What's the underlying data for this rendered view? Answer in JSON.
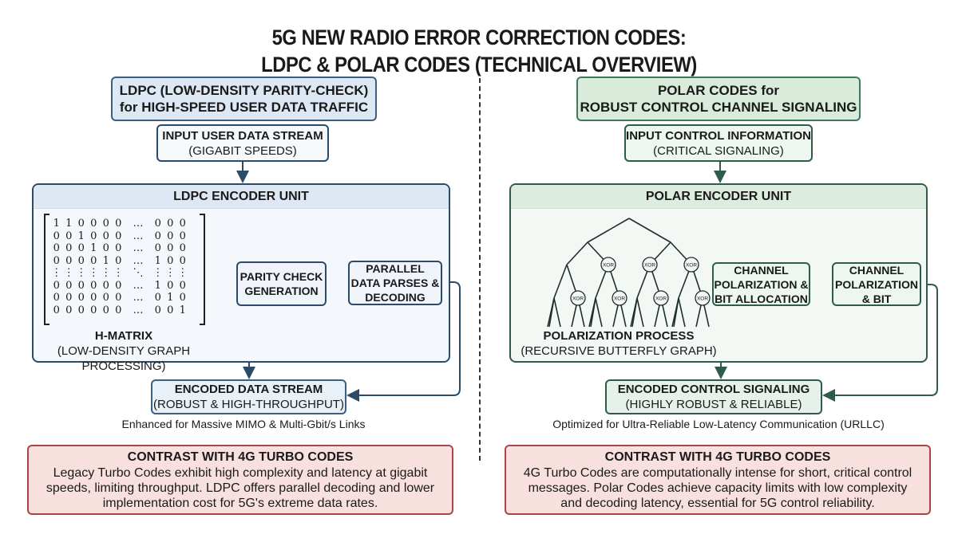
{
  "title": {
    "line1": "5G NEW RADIO ERROR CORRECTION CODES:",
    "line2": "LDPC & POLAR CODES (TECHNICAL OVERVIEW)"
  },
  "ldpc": {
    "header": {
      "line1": "LDPC (LOW-DENSITY PARITY-CHECK)",
      "line2": "for HIGH-SPEED USER DATA TRAFFIC"
    },
    "input": {
      "title": "INPUT USER DATA STREAM",
      "subtitle": "(GIGABIT SPEEDS)"
    },
    "encoder_unit": {
      "title": "LDPC ENCODER UNIT",
      "matrix": {
        "rows": [
          [
            "1",
            "1",
            "0",
            "0",
            "0",
            "0",
            "…",
            "0",
            "0",
            "0"
          ],
          [
            "0",
            "0",
            "1",
            "0",
            "0",
            "0",
            "…",
            "0",
            "0",
            "0"
          ],
          [
            "0",
            "0",
            "0",
            "1",
            "0",
            "0",
            "…",
            "0",
            "0",
            "0"
          ],
          [
            "0",
            "0",
            "0",
            "0",
            "1",
            "0",
            "…",
            "1",
            "0",
            "0"
          ],
          [
            "⋮",
            "⋮",
            "⋮",
            "⋮",
            "⋮",
            "⋮",
            "⋱",
            "⋮",
            "⋮",
            "⋮"
          ],
          [
            "0",
            "0",
            "0",
            "0",
            "0",
            "0",
            "…",
            "1",
            "0",
            "0"
          ],
          [
            "0",
            "0",
            "0",
            "0",
            "0",
            "0",
            "…",
            "0",
            "1",
            "0"
          ],
          [
            "0",
            "0",
            "0",
            "0",
            "0",
            "0",
            "…",
            "0",
            "0",
            "1"
          ]
        ],
        "label": "H-MATRIX",
        "sublabel": "(LOW-DENSITY GRAPH PROCESSING)"
      },
      "step1": {
        "line1": "PARITY CHECK",
        "line2": "GENERATION"
      },
      "step2": {
        "line1": "PARALLEL",
        "line2": "DATA PARSES &",
        "line3": "DECODING"
      }
    },
    "output": {
      "title": "ENCODED DATA STREAM",
      "subtitle": "(ROBUST & HIGH-THROUGHPUT)"
    },
    "note": "Enhanced for Massive MIMO & Multi-Gbit/s Links",
    "contrast": {
      "title": "CONTRAST WITH 4G TURBO CODES",
      "line1": "Legacy Turbo Codes exhibit high complexity and latency at gigabit",
      "line2": "speeds, limiting throughput. LDPC offers parallel decoding and lower",
      "line3": "implementation cost for 5G's extreme data rates."
    }
  },
  "polar": {
    "header": {
      "line1": "POLAR CODES for",
      "line2": "ROBUST CONTROL CHANNEL SIGNALING"
    },
    "input": {
      "title": "INPUT CONTROL INFORMATION",
      "subtitle": "(CRITICAL SIGNALING)"
    },
    "encoder_unit": {
      "title": "POLAR ENCODER UNIT",
      "graph": {
        "node_label": "XOR",
        "label": "POLARIZATION PROCESS",
        "sublabel": "(RECURSIVE BUTTERFLY GRAPH)"
      },
      "step1": {
        "line1": "CHANNEL",
        "line2": "POLARIZATION &",
        "line3": "BIT ALLOCATION"
      },
      "step2": {
        "line1": "CHANNEL",
        "line2": "POLARIZATION",
        "line3": "& BIT"
      }
    },
    "output": {
      "title": "ENCODED CONTROL SIGNALING",
      "subtitle": "(HIGHLY ROBUST & RELIABLE)"
    },
    "note": "Optimized for Ultra-Reliable Low-Latency Communication (URLLC)",
    "contrast": {
      "title": "CONTRAST WITH 4G TURBO CODES",
      "line1": "4G Turbo Codes are computationally intense for short, critical control",
      "line2": "messages. Polar Codes achieve capacity limits with low complexity",
      "line3": "and decoding latency, essential for 5G control reliability."
    }
  },
  "colors": {
    "ldpc_accent": "#dde8f4",
    "polar_accent": "#d9ecdc",
    "contrast_accent": "#f8e0df",
    "arrow": "#2c4b68"
  }
}
